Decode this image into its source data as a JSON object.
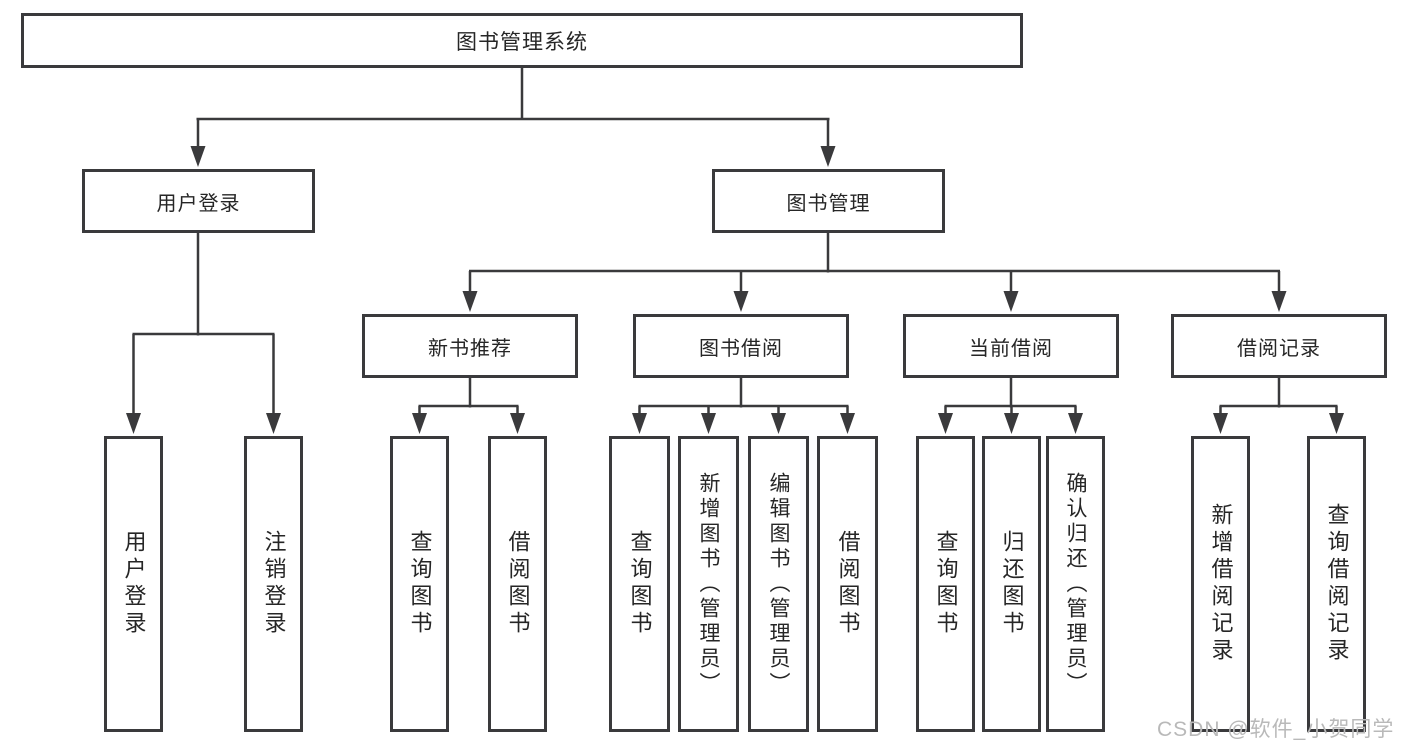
{
  "diagram": {
    "type": "hierarchy-tree",
    "root": {
      "label": "图书管理系统"
    },
    "level2": [
      {
        "label": "用户登录"
      },
      {
        "label": "图书管理"
      }
    ],
    "level3": [
      {
        "label": "新书推荐"
      },
      {
        "label": "图书借阅"
      },
      {
        "label": "当前借阅"
      },
      {
        "label": "借阅记录"
      }
    ],
    "leaves": {
      "user_login": [
        {
          "label": "用户登录"
        },
        {
          "label": "注销登录"
        }
      ],
      "new_book_rec": [
        {
          "label": "查询图书"
        },
        {
          "label": "借阅图书"
        }
      ],
      "book_borrow": [
        {
          "label": "查询图书"
        },
        {
          "label": "新增图书（管理员）"
        },
        {
          "label": "编辑图书（管理员）"
        },
        {
          "label": "借阅图书"
        }
      ],
      "current_borrow": [
        {
          "label": "查询图书"
        },
        {
          "label": "归还图书"
        },
        {
          "label": "确认归还（管理员）"
        }
      ],
      "borrow_record": [
        {
          "label": "新增借阅记录"
        },
        {
          "label": "查询借阅记录"
        }
      ]
    }
  },
  "watermark": "CSDN @软件_小贺同学",
  "colors": {
    "line": "#3a3a3c",
    "box_border": "#3a3a3c",
    "text": "#262626",
    "watermark": "#b9b9b9",
    "background": "#ffffff"
  }
}
